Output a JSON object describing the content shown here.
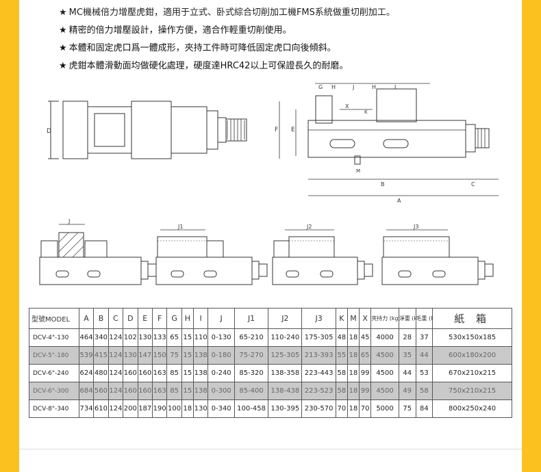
{
  "features": [
    "MC機械倍力增壓虎鉗，適用于立式、卧式綜合切削加工機FMS系統做重切削加工。",
    "精密的倍力增壓設計，操作方便，適合作輕重切削使用。",
    "本體和固定虎口爲一體成形，夾持工件時可降低固定虎口向後傾斜。",
    "虎鉗本體滑動面均做硬化處理，硬度達HRC42以上可保證長久的耐磨。"
  ],
  "bullet_glyph": "★",
  "drawing_labels": {
    "top_view": [
      "D"
    ],
    "side_view": [
      "G",
      "H",
      "J",
      "H",
      "I",
      "X",
      "K",
      "F",
      "E",
      "M",
      "B",
      "C",
      "A"
    ],
    "jaw_configs": [
      "J",
      "J1",
      "J2",
      "J3"
    ]
  },
  "table": {
    "headers": [
      "型號MODEL",
      "A",
      "B",
      "C",
      "D",
      "E",
      "F",
      "G",
      "H",
      "I",
      "J",
      "J1",
      "J2",
      "J3",
      "K",
      "M",
      "X",
      "夾持力 (kgf)",
      "淨重 (kg)",
      "毛重 (kg)",
      "紙 箱"
    ],
    "rows": [
      [
        "DCV-4\"-130",
        "464",
        "340",
        "124",
        "102",
        "130",
        "133",
        "65",
        "15",
        "110",
        "0-130",
        "65-210",
        "110-240",
        "175-305",
        "48",
        "18",
        "45",
        "4000",
        "28",
        "37",
        "530x150x185"
      ],
      [
        "DCV-5\"-180",
        "539",
        "415",
        "124",
        "130",
        "147",
        "150",
        "75",
        "15",
        "138",
        "0-180",
        "75-270",
        "125-305",
        "213-393",
        "55",
        "18",
        "65",
        "4500",
        "35",
        "44",
        "600x180x200"
      ],
      [
        "DCV-6\"-240",
        "624",
        "480",
        "124",
        "160",
        "160",
        "163",
        "85",
        "15",
        "138",
        "0-240",
        "85-320",
        "138-358",
        "223-443",
        "58",
        "18",
        "99",
        "4500",
        "44",
        "53",
        "670x210x215"
      ],
      [
        "DCV-6\"-300",
        "684",
        "560",
        "124",
        "160",
        "160",
        "163",
        "85",
        "15",
        "138",
        "0-300",
        "85-400",
        "138-438",
        "223-523",
        "58",
        "18",
        "99",
        "4500",
        "49",
        "58",
        "750x210x215"
      ],
      [
        "DCV-8\"-340",
        "734",
        "610",
        "124",
        "200",
        "187",
        "190",
        "100",
        "18",
        "130",
        "0-340",
        "100-458",
        "130-395",
        "230-570",
        "70",
        "18",
        "70",
        "5000",
        "75",
        "84",
        "800x250x240"
      ]
    ]
  },
  "colors": {
    "frame": "#fbc21f",
    "shade_row": "#c9c9c9",
    "line": "#333333"
  }
}
